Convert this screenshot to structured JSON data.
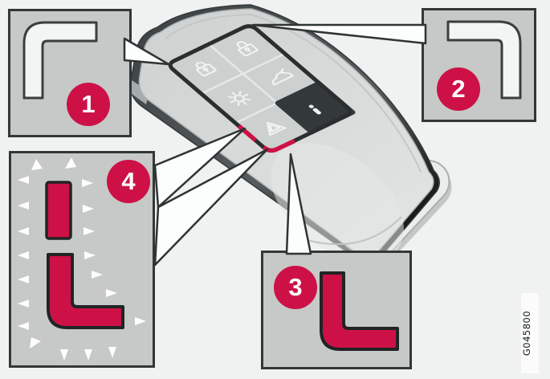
{
  "figure": {
    "background_color": "#f0f1f1",
    "accent_red": "#cd1146",
    "code_label": "G045800",
    "callouts": [
      {
        "number": "1",
        "glyph": "corner-top-left-glyph"
      },
      {
        "number": "2",
        "glyph": "corner-top-right-glyph"
      },
      {
        "number": "3",
        "glyph": "corner-bottom-red-glyph"
      },
      {
        "number": "4",
        "glyph": "flashing-red-indicator-glyph"
      }
    ]
  },
  "remote_key": {
    "buttons": [
      {
        "name": "lock",
        "icon": "padlock-closed-icon"
      },
      {
        "name": "unlock",
        "icon": "padlock-open-icon"
      },
      {
        "name": "approach-light",
        "icon": "light-rays-icon"
      },
      {
        "name": "tailgate",
        "icon": "car-boot-icon"
      },
      {
        "name": "panic-alarm",
        "icon": "warning-triangle-icon"
      },
      {
        "name": "information",
        "icon": "info-icon"
      }
    ]
  }
}
